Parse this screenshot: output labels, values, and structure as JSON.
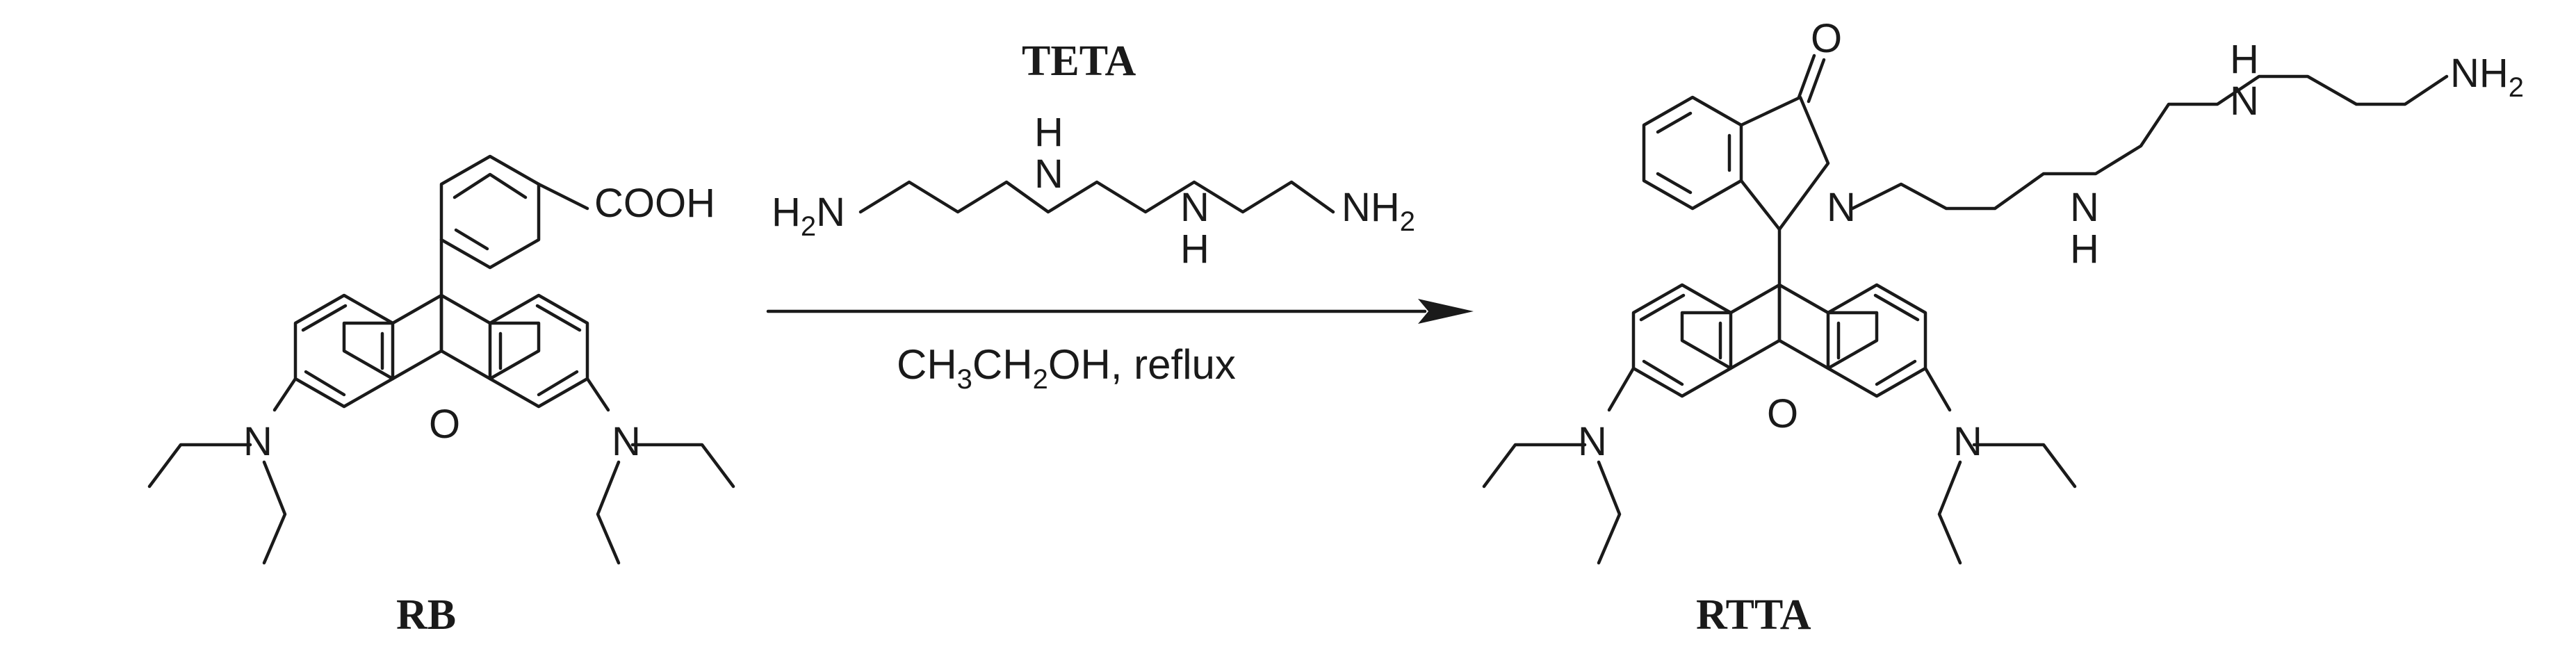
{
  "reagent": {
    "name": "TETA",
    "atoms": {
      "h2n_left": "H",
      "h2n_left_n": "N",
      "h2n_left_sub": "2",
      "nh_top_h": "H",
      "nh_top_n": "N",
      "nh_bot_n": "N",
      "nh_bot_h": "H",
      "nh2_right_n": "NH",
      "nh2_right_sub": "2"
    }
  },
  "conditions": {
    "solvent_1": "CH",
    "solvent_1_sub": "3",
    "solvent_2": "CH",
    "solvent_2_sub": "2",
    "solvent_3": "OH, reflux"
  },
  "reactant": {
    "name": "RB",
    "atoms": {
      "acid": "COOH",
      "oxygen": "O",
      "amine_left": "N",
      "amine_right": "N"
    }
  },
  "product": {
    "name": "RTTA",
    "atoms": {
      "carbonyl_o": "O",
      "lactam_n": "N",
      "nh_1_n": "N",
      "nh_1_h": "H",
      "nh_2_h": "H",
      "nh_2_n": "N",
      "nh2_n": "NH",
      "nh2_sub": "2",
      "oxygen": "O",
      "amine_left": "N",
      "amine_right": "N"
    }
  }
}
